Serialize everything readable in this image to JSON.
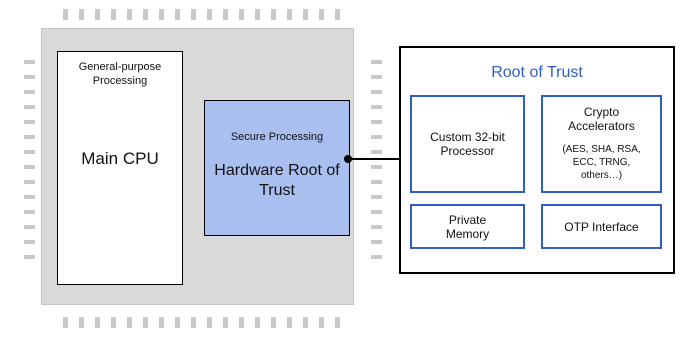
{
  "cpu": {
    "sublabel": "General-purpose Processing",
    "label": "Main CPU"
  },
  "secure": {
    "sublabel": "Secure Processing",
    "label": "Hardware Root of Trust"
  },
  "root_of_trust": {
    "title": "Root of Trust",
    "processor": "Custom 32-bit Processor",
    "crypto_title": "Crypto Accelerators",
    "crypto_list": "(AES, SHA, RSA, ECC, TRNG, others…)",
    "memory": "Private Memory",
    "otp": "OTP Interface"
  },
  "colors": {
    "chip": "#d9d9d9",
    "secure_fill": "#a9bff0",
    "accent_blue": "#2f5fc4"
  }
}
